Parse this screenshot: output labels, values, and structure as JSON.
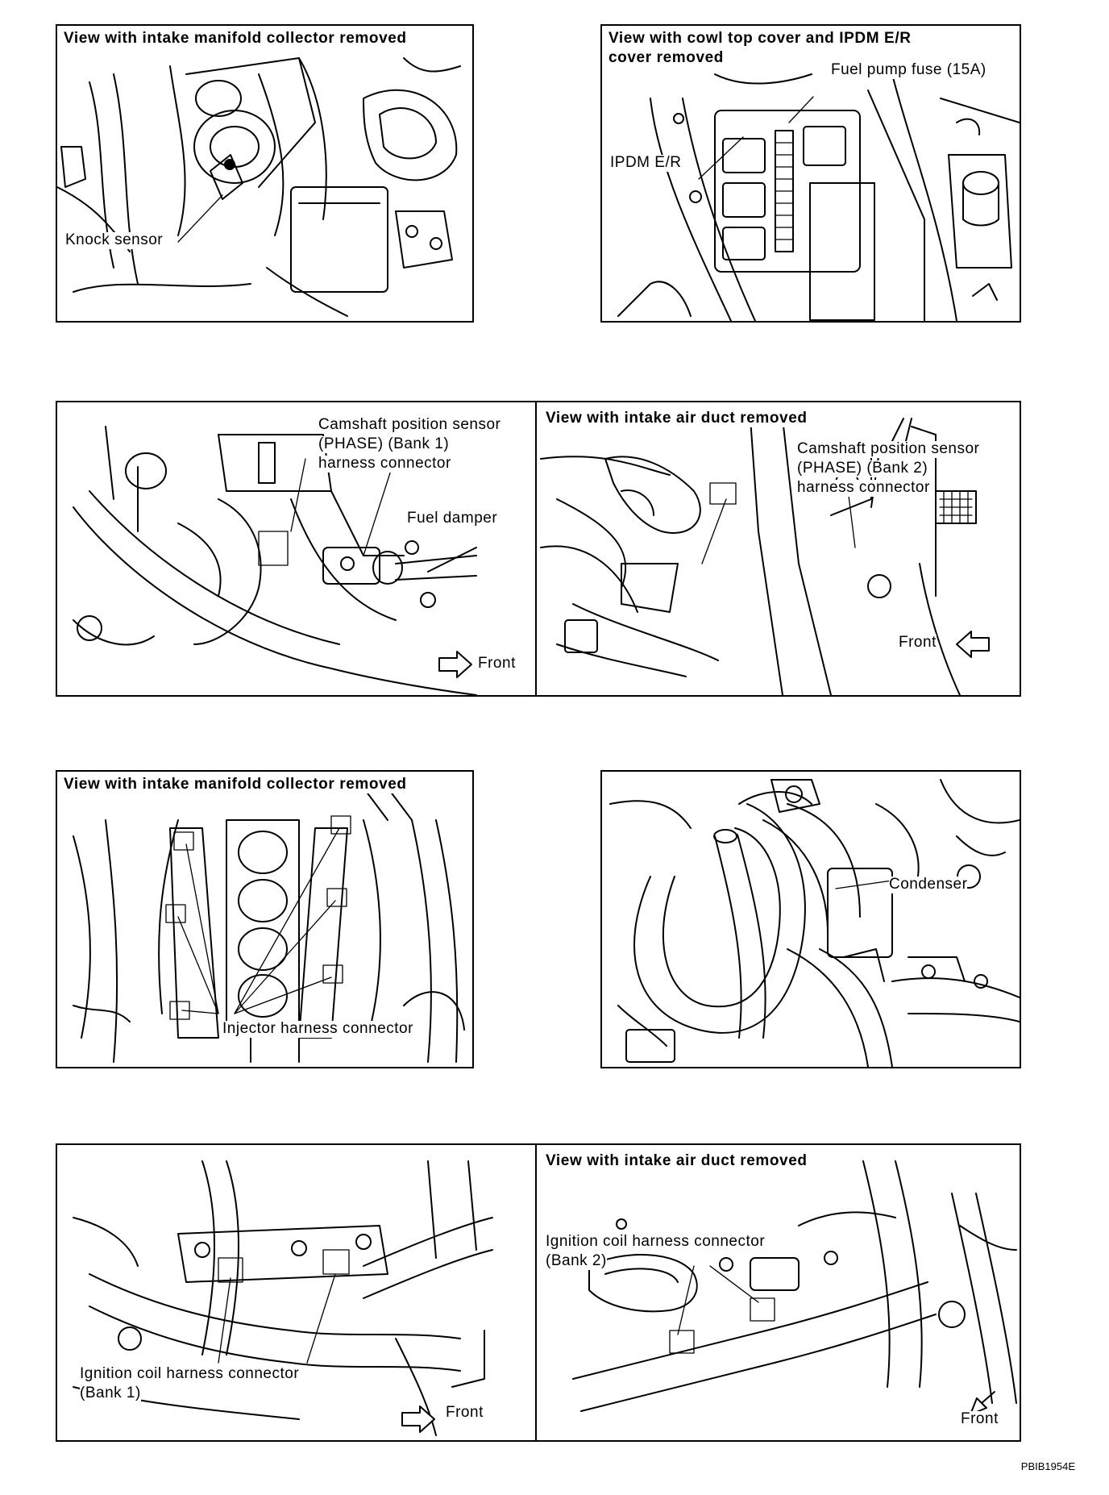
{
  "figure_code": "PBIB1954E",
  "panels": {
    "knock": {
      "header": "View with intake manifold collector removed",
      "label_knock": "Knock sensor"
    },
    "ipdm": {
      "header_line1": "View with cowl top cover and IPDM E/R",
      "header_line2": "cover removed",
      "label_fuse": "Fuel pump fuse (15A)",
      "label_ipdm": "IPDM E/R"
    },
    "cam": {
      "left": {
        "label_sensor_l1": "Camshaft position sensor",
        "label_sensor_l2": "(PHASE) (Bank 1)",
        "label_sensor_l3": "harness connector",
        "label_damper": "Fuel damper",
        "label_front": "Front"
      },
      "right": {
        "header": "View with intake air duct removed",
        "label_sensor_l1": "Camshaft position sensor",
        "label_sensor_l2": "(PHASE) (Bank 2)",
        "label_sensor_l3": "harness connector",
        "label_front": "Front"
      }
    },
    "injector": {
      "header": "View with intake manifold collector removed",
      "label_injector": "Injector harness connector"
    },
    "condenser": {
      "label_condenser": "Condenser"
    },
    "ignition": {
      "left": {
        "label_l1": "Ignition coil harness connector",
        "label_l2": "(Bank 1)",
        "label_front": "Front"
      },
      "right": {
        "header": "View with intake air duct removed",
        "label_l1": "Ignition coil harness connector",
        "label_l2": "(Bank 2)",
        "label_front": "Front"
      }
    }
  }
}
